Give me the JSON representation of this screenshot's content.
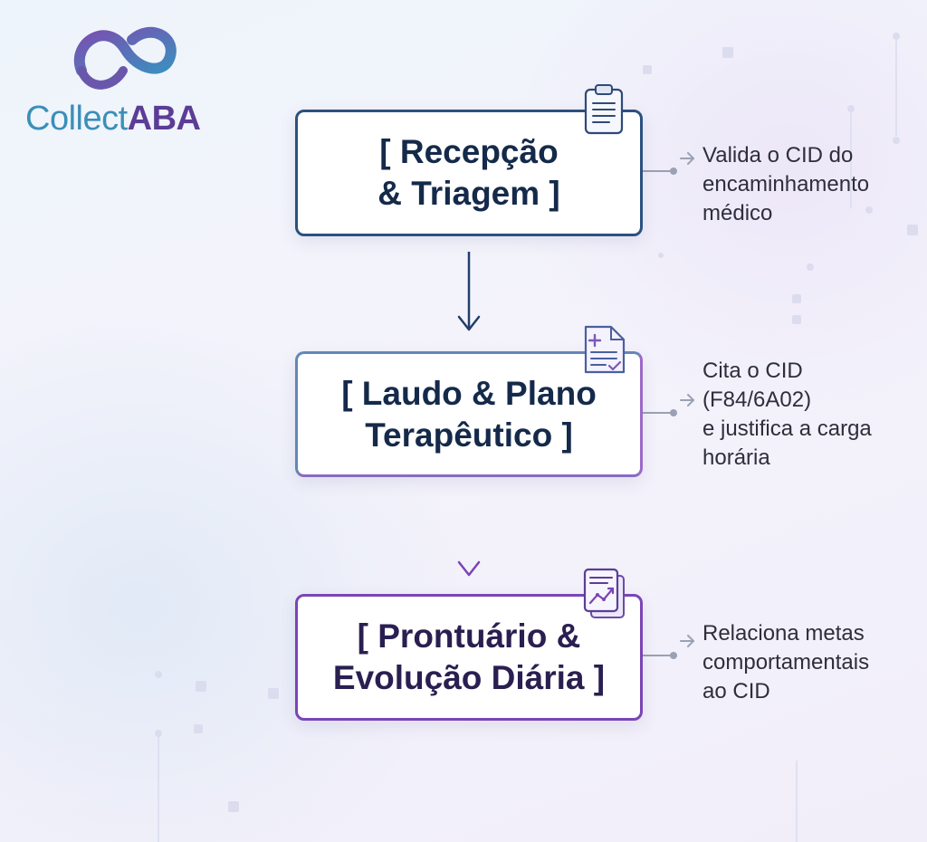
{
  "logo": {
    "text_light": "Collect",
    "text_bold": "ABA",
    "symbol_icon": "infinity-symbol-icon"
  },
  "steps": [
    {
      "title": "[ Recepção\n& Triagem ]",
      "icon": "clipboard-icon",
      "note": "Valida o CID do\nencaminhamento\nmédico"
    },
    {
      "title": "[ Laudo & Plano\nTerapêutico ]",
      "icon": "medical-document-icon",
      "note": "Cita o CID\n(F84/6A02)\ne justifica a carga\nhorária"
    },
    {
      "title": "[ Prontuário &\nEvolução Diária ]",
      "icon": "chart-report-icon",
      "note": "Relaciona metas\ncomportamentais\nao CID"
    }
  ],
  "colors": {
    "navy": "#2c5180",
    "purple": "#7a45b6",
    "logo_blue": "#3a8fb8",
    "logo_purple": "#5b3d96"
  }
}
